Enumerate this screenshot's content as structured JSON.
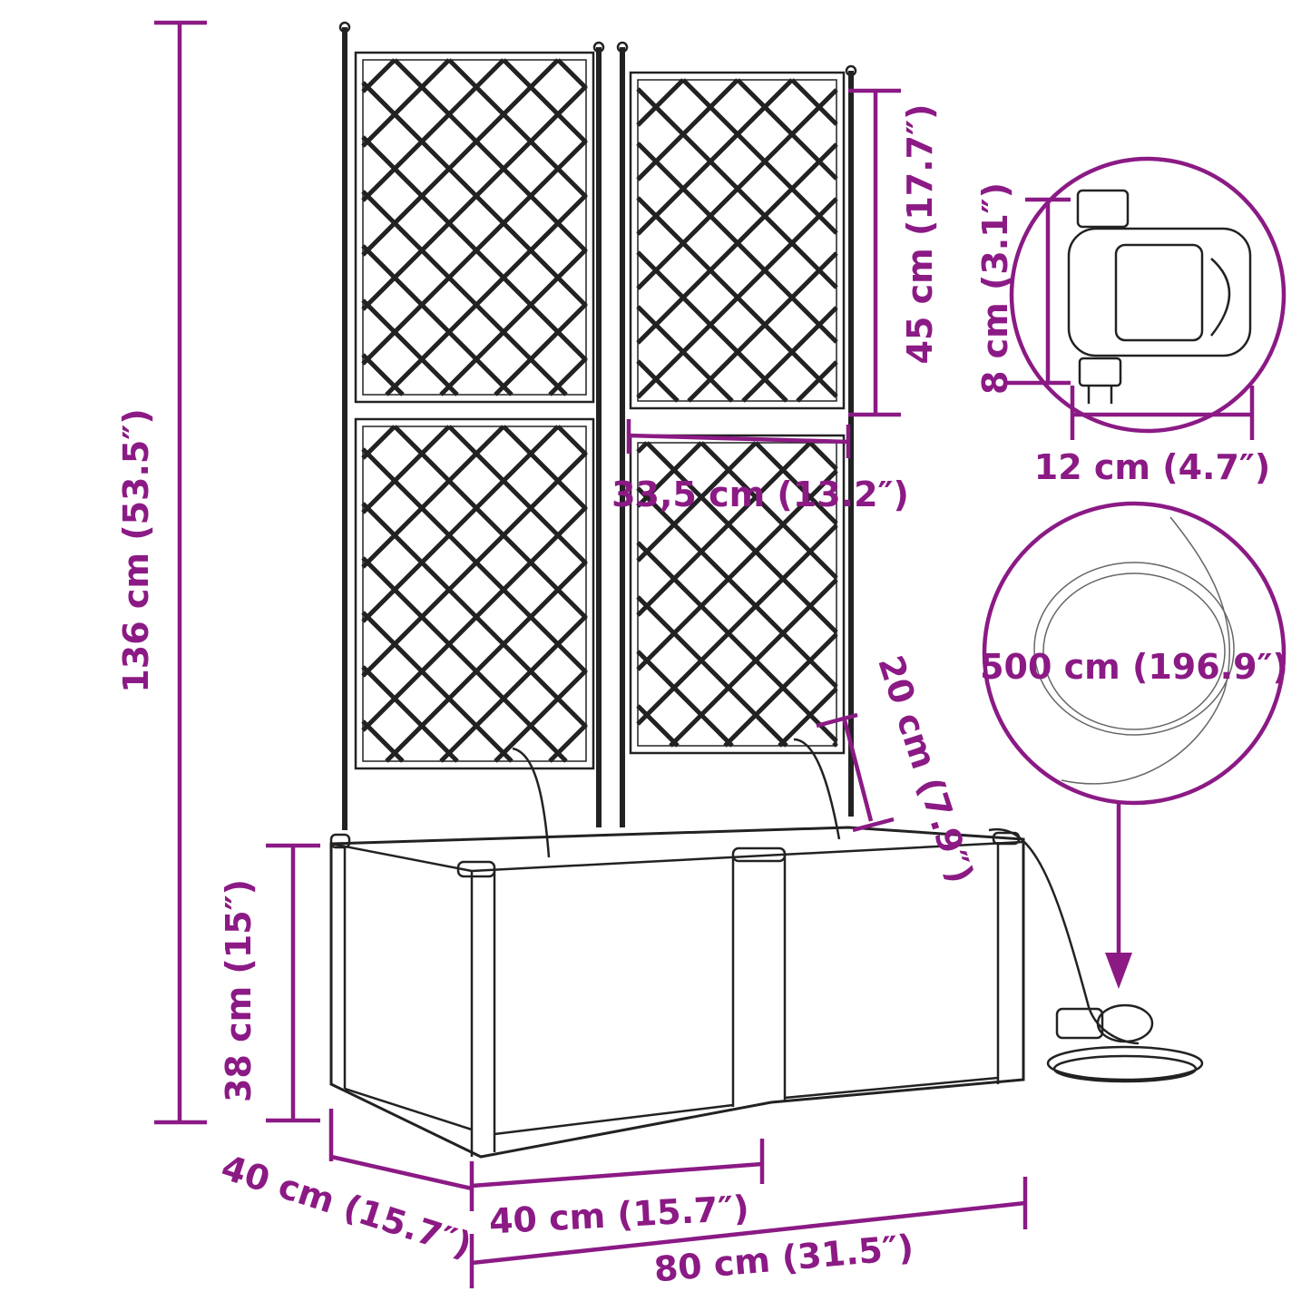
{
  "colors": {
    "dimension": "#8B1A85",
    "drawing": "#222222"
  },
  "dimensions": {
    "total_height": "136 cm (53.5″)",
    "trellis_panel_height": "45 cm (17.7″)",
    "trellis_panel_width": "33,5 cm (13.2″)",
    "planter_height": "38 cm (15″)",
    "planter_depth": "40 cm (15.7″)",
    "planter_section_width": "40 cm (15.7″)",
    "total_width": "80 cm (31.5″)",
    "dripper_spacing": "20 cm (7.9″)",
    "timer_height": "8 cm (3.1″)",
    "timer_width": "12 cm (4.7″)",
    "hose_length": "500 cm (196.9″)"
  },
  "icons": [
    "water-timer-icon",
    "hose-coil-icon",
    "arrow-down-icon"
  ]
}
